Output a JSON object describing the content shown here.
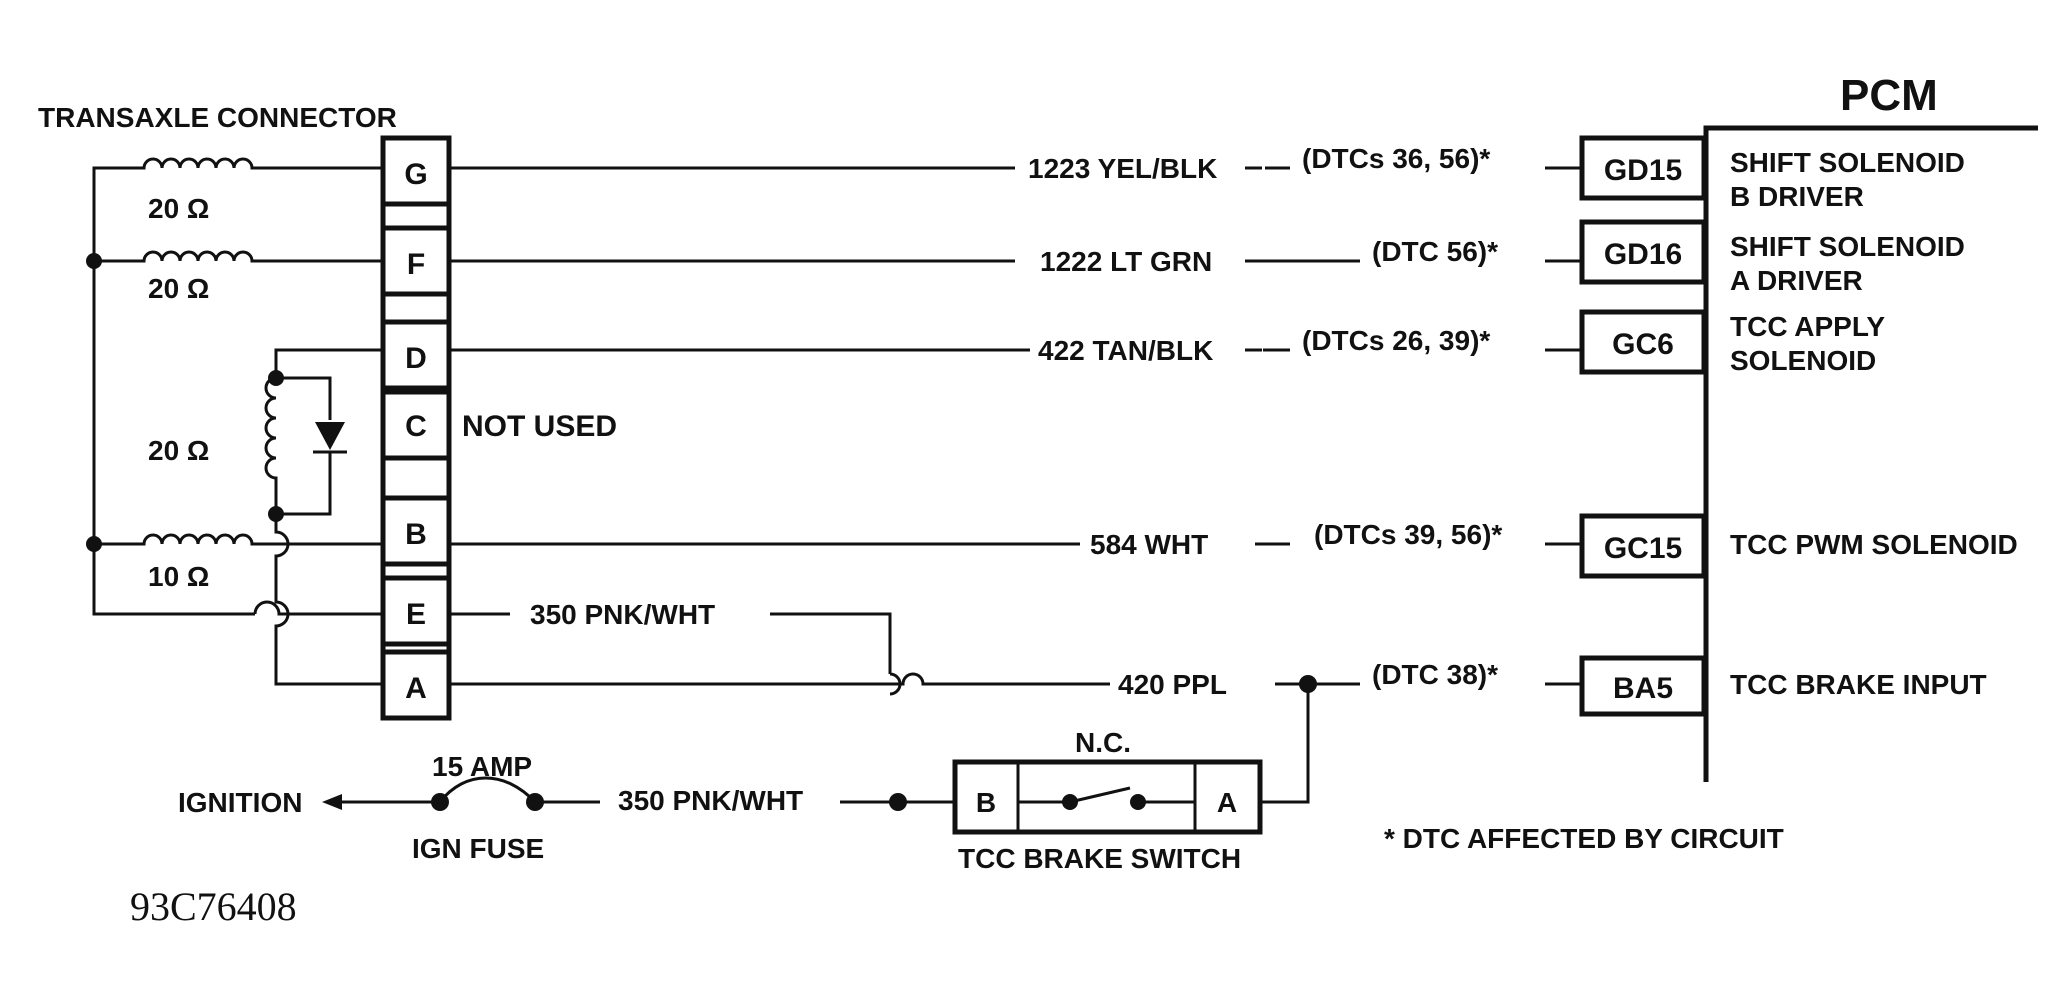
{
  "connector": {
    "title": "TRANSAXLE CONNECTOR",
    "pins": [
      "G",
      "F",
      "D",
      "C",
      "B",
      "E",
      "A"
    ],
    "not_used": "NOT USED"
  },
  "resistances": {
    "shift_b": "20 Ω",
    "shift_a": "20 Ω",
    "tcc_apply": "20 Ω",
    "tcc_pwm": "10 Ω"
  },
  "wires": {
    "g": "1223 YEL/BLK",
    "f": "1222 LT GRN",
    "d": "422 TAN/BLK",
    "b": "584 WHT",
    "e": "350 PNK/WHT",
    "a": "420 PPL",
    "ign": "350 PNK/WHT"
  },
  "dtcs": {
    "g": "(DTCs 36, 56)*",
    "f": "(DTC 56)*",
    "d": "(DTCs 26, 39)*",
    "b": "(DTCs 39, 56)*",
    "a": "(DTC 38)*"
  },
  "pcm": {
    "title": "PCM",
    "terminals": [
      "GD15",
      "GD16",
      "GC6",
      "GC15",
      "BA5"
    ],
    "functions": {
      "gd15": [
        "SHIFT SOLENOID",
        "B DRIVER"
      ],
      "gd16": [
        "SHIFT SOLENOID",
        "A DRIVER"
      ],
      "gc6": [
        "TCC APPLY",
        "SOLENOID"
      ],
      "gc15": "TCC PWM SOLENOID",
      "ba5": "TCC BRAKE INPUT"
    }
  },
  "fuse": {
    "rating": "15 AMP",
    "name": "IGN FUSE",
    "source": "IGNITION"
  },
  "brake_switch": {
    "name": "TCC BRAKE SWITCH",
    "state": "N.C.",
    "terminal_b": "B",
    "terminal_a": "A"
  },
  "footnote": "* DTC AFFECTED BY CIRCUIT",
  "figure_id": "93C76408"
}
